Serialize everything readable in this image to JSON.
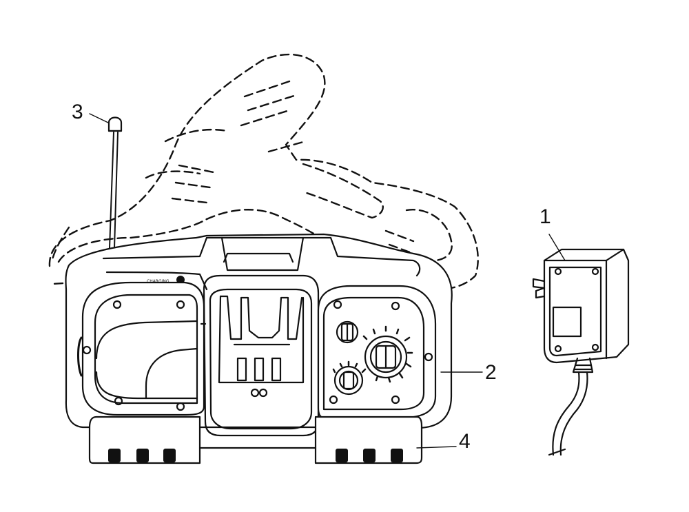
{
  "callouts": {
    "c1": "1",
    "c2": "2",
    "c3": "3",
    "c4": "4"
  },
  "panel": {
    "charging_label": "CHARGING"
  },
  "colors": {
    "ink": "#111111",
    "paper": "#ffffff"
  }
}
